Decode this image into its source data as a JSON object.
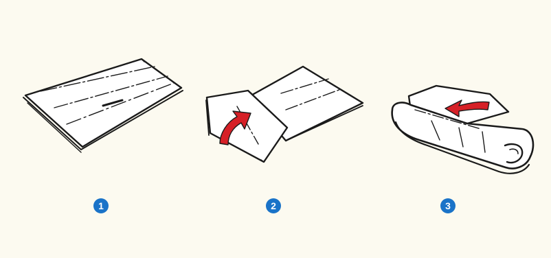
{
  "steps": [
    {
      "number": "1"
    },
    {
      "number": "2"
    },
    {
      "number": "3"
    }
  ],
  "colors": {
    "background": "#fcfaf0",
    "badge": "#1a73c8",
    "arrow": "#d62027",
    "ink": "#1a1a1a"
  },
  "icons": [
    "folded-cloth-icon",
    "fold-over-icon",
    "rolled-cloth-icon",
    "curved-arrow-icon"
  ]
}
